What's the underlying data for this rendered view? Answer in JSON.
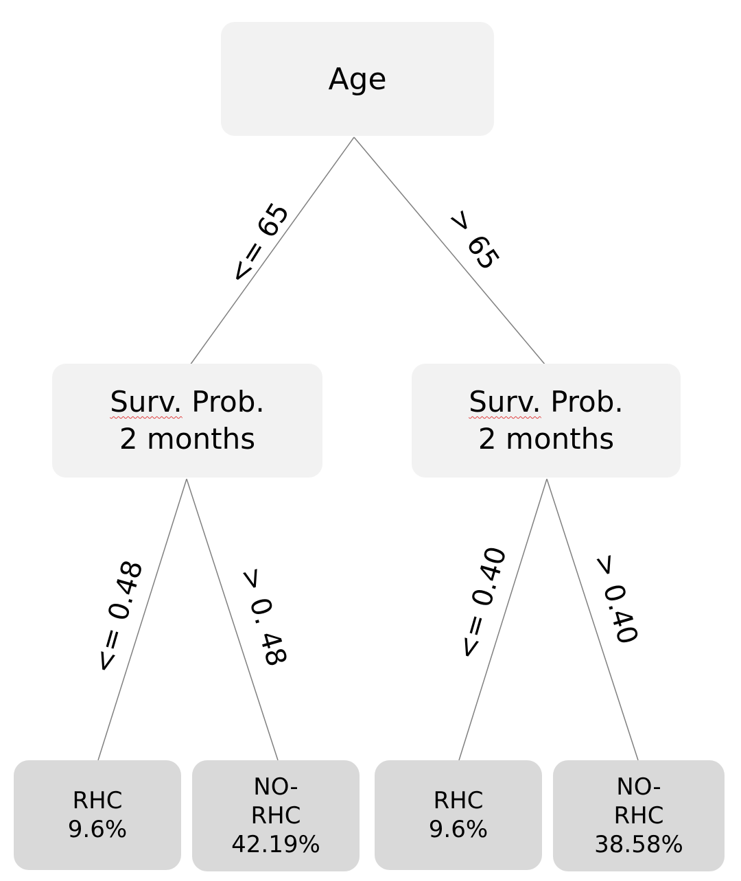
{
  "tree": {
    "root": {
      "label": "Age"
    },
    "branches": {
      "root_left": "<= 65",
      "root_right": "> 65",
      "left_left": "<= 0.48",
      "left_right": "> 0. 48",
      "right_left": "<= 0.40",
      "right_right": "> 0.40"
    },
    "mid_left": {
      "label_line1": "Surv. Prob.",
      "underlined_word": "Surv.",
      "rest_line1": " Prob.",
      "label_line2": "2 months"
    },
    "mid_right": {
      "label_line1": "Surv. Prob.",
      "underlined_word": "Surv.",
      "rest_line1": " Prob.",
      "label_line2": "2 months"
    },
    "leaves": [
      {
        "lines": [
          "RHC",
          "9.6%"
        ]
      },
      {
        "lines": [
          "NO-",
          "RHC",
          "42.19%"
        ]
      },
      {
        "lines": [
          "RHC",
          "9.6%"
        ]
      },
      {
        "lines": [
          "NO-",
          "RHC",
          "38.58%"
        ]
      }
    ]
  },
  "colors": {
    "upper_node_fill": "#f2f2f2",
    "leaf_node_fill": "#d9d9d9",
    "edge": "#808080",
    "spellcheck_underline": "#e04040"
  }
}
